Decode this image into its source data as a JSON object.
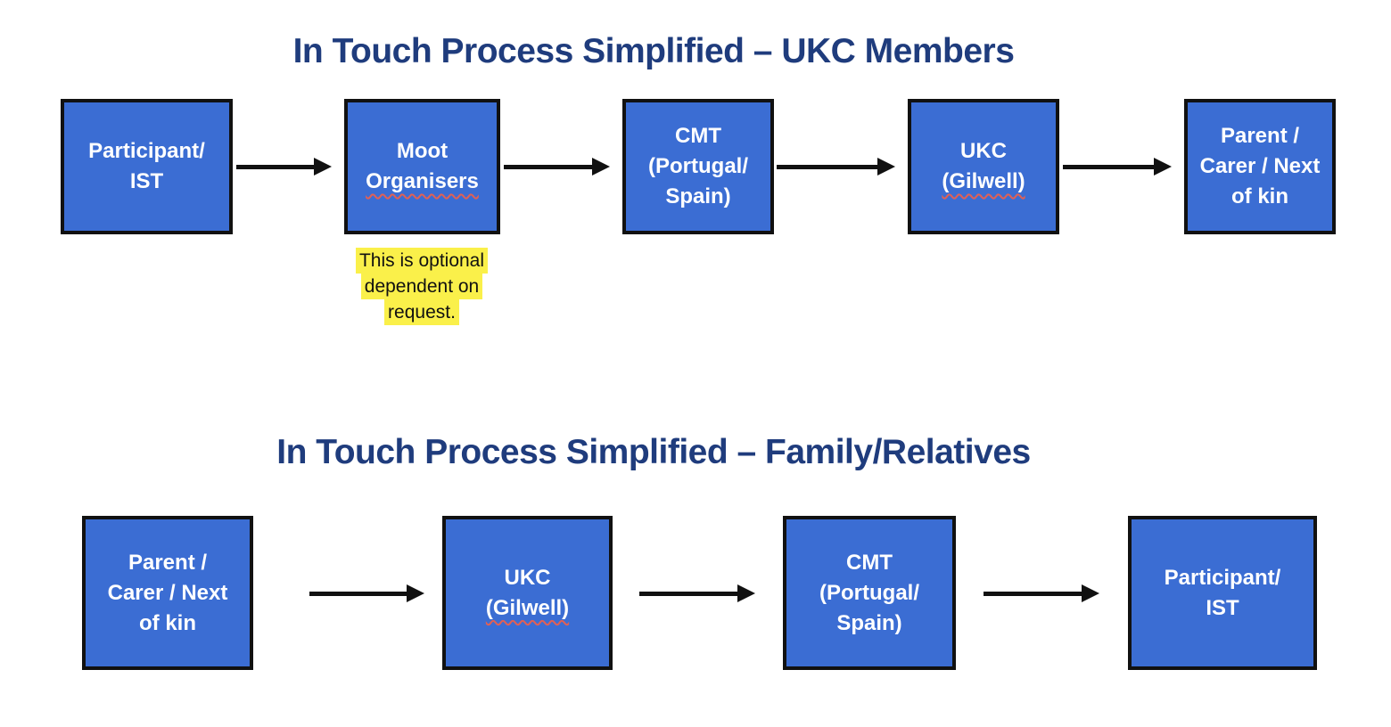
{
  "colors": {
    "box_fill": "#3B6DD3",
    "box_border": "#111111",
    "title": "#1F3C7D",
    "highlight": "#FAF04A",
    "arrow": "#111111",
    "squiggle": "#E06055"
  },
  "d1": {
    "title": "In Touch Process Simplified – UKC Members",
    "nodes": [
      {
        "lines": [
          "Participant/",
          "IST"
        ]
      },
      {
        "lines": [
          "Moot",
          "Organisers"
        ],
        "squiggle_line": 1
      },
      {
        "lines": [
          "CMT",
          "(Portugal/",
          "Spain)"
        ]
      },
      {
        "lines": [
          "UKC",
          "(Gilwell)"
        ],
        "squiggle_line": 1
      },
      {
        "lines": [
          "Parent /",
          "Carer / Next",
          "of kin"
        ]
      }
    ],
    "note_lines": [
      "This is optional",
      "dependent on",
      "request."
    ]
  },
  "d2": {
    "title": "In Touch Process Simplified – Family/Relatives",
    "nodes": [
      {
        "lines": [
          "Parent /",
          "Carer / Next",
          "of kin"
        ]
      },
      {
        "lines": [
          "UKC",
          "(Gilwell)"
        ],
        "squiggle_line": 1
      },
      {
        "lines": [
          "CMT",
          "(Portugal/",
          "Spain)"
        ]
      },
      {
        "lines": [
          "Participant/",
          "IST"
        ]
      }
    ]
  }
}
